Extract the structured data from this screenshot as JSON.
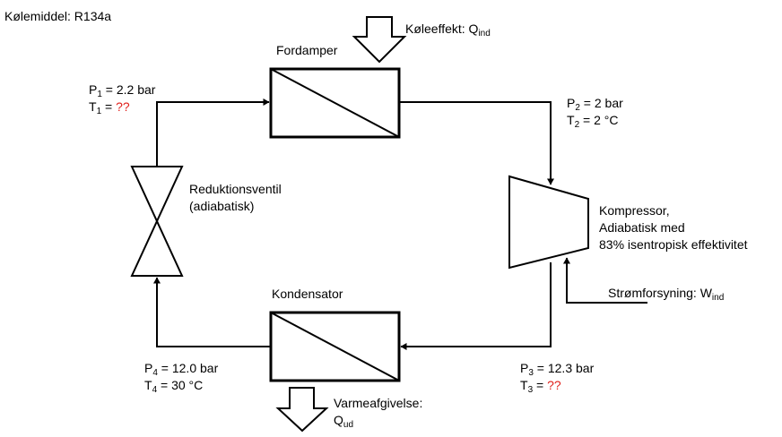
{
  "refrigerant": "Kølemiddel: R134a",
  "evaporator": {
    "name": "Fordamper",
    "heat_in_label": "Køleeffekt: Q",
    "heat_in_sub": "ind"
  },
  "condenser": {
    "name": "Kondensator",
    "heat_out_label": "Varmeafgivelse:",
    "heat_out_q": "Q",
    "heat_out_sub": "ud"
  },
  "valve": {
    "name": "Reduktionsventil",
    "note": "(adiabatisk)"
  },
  "compressor": {
    "line1": "Kompressor,",
    "line2": "Adiabatisk med",
    "line3": "83% isentropisk effektivitet",
    "power_label": "Strømforsyning: W",
    "power_sub": "ind"
  },
  "states": {
    "s1": {
      "p_sym": "P",
      "p_idx": "1",
      "p_val": " = 2.2 bar",
      "t_sym": "T",
      "t_idx": "1",
      "t_eq": " = ",
      "t_val": "??"
    },
    "s2": {
      "p_sym": "P",
      "p_idx": "2",
      "p_val": " = 2 bar",
      "t_sym": "T",
      "t_idx": "2",
      "t_eq": " = ",
      "t_val": "2 °C"
    },
    "s3": {
      "p_sym": "P",
      "p_idx": "3",
      "p_val": " = 12.3 bar",
      "t_sym": "T",
      "t_idx": "3",
      "t_eq": " = ",
      "t_val": "??"
    },
    "s4": {
      "p_sym": "P",
      "p_idx": "4",
      "p_val": " = 12.0 bar",
      "t_sym": "T",
      "t_idx": "4",
      "t_eq": " = ",
      "t_val": "30 °C"
    }
  },
  "colors": {
    "line": "#000000",
    "unknown": "#e0201b",
    "background": "#ffffff"
  }
}
